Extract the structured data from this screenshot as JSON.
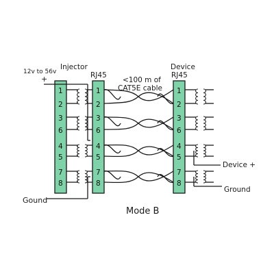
{
  "labels": {
    "voltage_range": "12v to 56v",
    "plus": "+",
    "injector": "Injector",
    "rj45_left": "RJ45",
    "cable_line1": "<100 m of",
    "cable_line2": "CAT5E cable",
    "device_title": "Device",
    "rj45_right": "RJ45",
    "device_plus": "Device +",
    "ground_right": "Ground",
    "ground_left": "Gound",
    "mode": "Mode B"
  },
  "pins": {
    "left_block": [
      "1",
      "2",
      "3",
      "6",
      "4",
      "5",
      "7",
      "8"
    ],
    "rj45_left": [
      "1",
      "2",
      "3",
      "6",
      "4",
      "5",
      "7",
      "8"
    ],
    "rj45_right": [
      "1",
      "2",
      "3",
      "6",
      "4",
      "5",
      "7",
      "8"
    ]
  },
  "colors": {
    "block_fill": "#7ed3a8",
    "line": "#1a1a1a"
  }
}
